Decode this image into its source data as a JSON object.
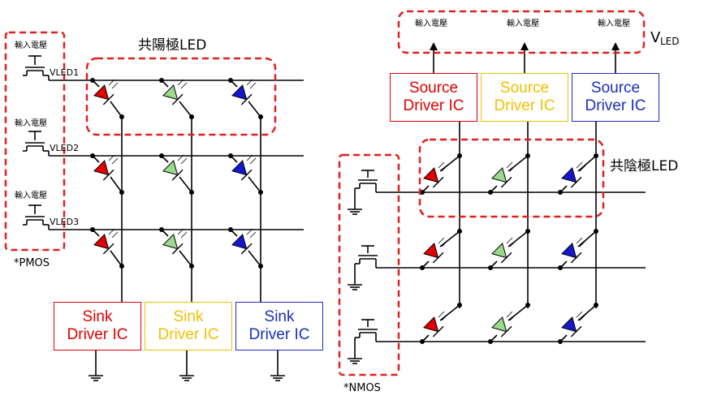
{
  "left": {
    "labels": {
      "input_voltage": "輸入電壓",
      "vled1": "VLED1",
      "vled2": "VLED2",
      "vled3": "VLED3",
      "common_anode": "共陽極LED",
      "pmos": "*PMOS"
    },
    "drivers": [
      {
        "line1": "Sink",
        "line2": "Driver IC",
        "color": "#e00000"
      },
      {
        "line1": "Sink",
        "line2": "Driver IC",
        "color": "#f0c000"
      },
      {
        "line1": "Sink",
        "line2": "Driver IC",
        "color": "#1a2fb8"
      }
    ]
  },
  "right": {
    "labels": {
      "input_voltage": "輸入電壓",
      "vled_main": "V",
      "vled_sub": "LED",
      "common_cathode": "共陰極LED",
      "nmos": "*NMOS"
    },
    "drivers": [
      {
        "line1": "Source",
        "line2": "Driver IC",
        "color": "#e00000"
      },
      {
        "line1": "Source",
        "line2": "Driver IC",
        "color": "#f0c000"
      },
      {
        "line1": "Source",
        "line2": "Driver IC",
        "color": "#1a2fb8"
      }
    ]
  },
  "colors": {
    "red_led": "#e00000",
    "green_led": "#9bd98c",
    "blue_led": "#1616cc",
    "highlight_box": "#e02020",
    "wire": "#000000"
  }
}
